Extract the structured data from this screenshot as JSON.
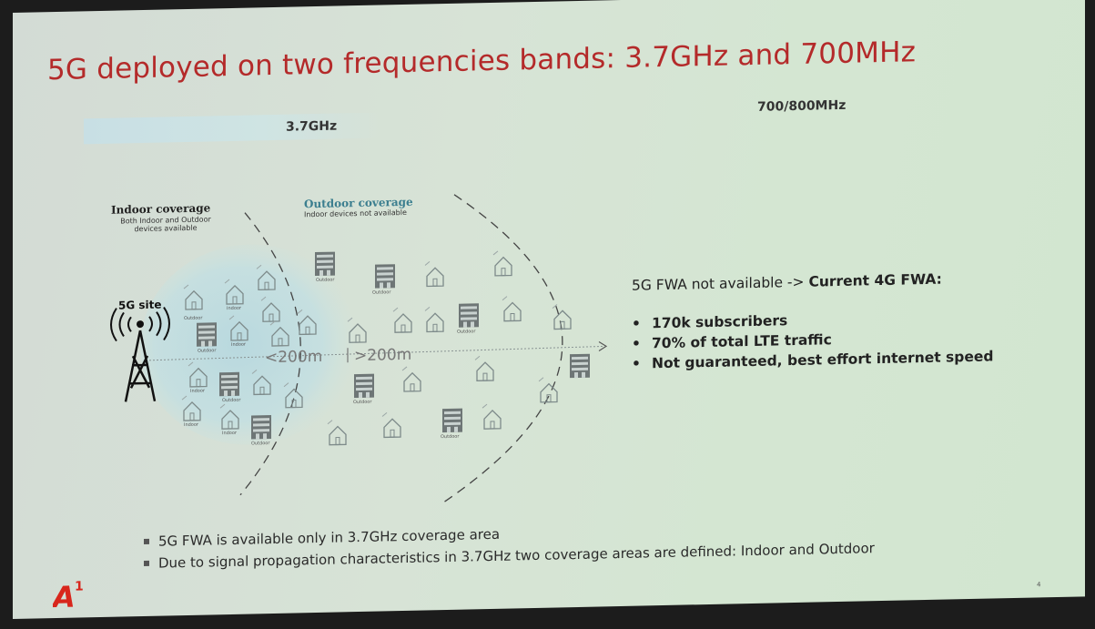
{
  "title": "5G deployed on two frequencies bands: 3.7GHz and 700MHz",
  "bands": {
    "high": "3.7GHz",
    "low": "700/800MHz"
  },
  "diagram": {
    "indoor_title": "Indoor coverage",
    "indoor_sub": "Both Indoor and Outdoor devices available",
    "outdoor_title": "Outdoor coverage",
    "outdoor_sub": "Indoor devices not available",
    "site_label": "5G site",
    "dist_in": "<200m",
    "dist_out": ">200m",
    "house_labels": {
      "outdoor": "Outdoor",
      "indoor": "Indoor"
    }
  },
  "right": {
    "fwa_prefix": "5G FWA not available -> ",
    "fwa_bold": "Current 4G FWA:",
    "bullets": [
      "170k subscribers",
      "70% of total LTE traffic",
      "Not guaranteed, best effort internet speed"
    ]
  },
  "bottom_bullets": [
    "5G FWA is available only in 3.7GHz coverage area",
    "Due to signal propagation characteristics in 3.7GHz two coverage areas are defined: Indoor and Outdoor"
  ],
  "logo": {
    "text": "A",
    "superscript": "1",
    "color": "#d8261c"
  },
  "page_number": "4",
  "colors": {
    "title": "#b42a2a",
    "outdoor_title": "#3b7e8f",
    "indoor_zone": "#b9d9e0"
  }
}
